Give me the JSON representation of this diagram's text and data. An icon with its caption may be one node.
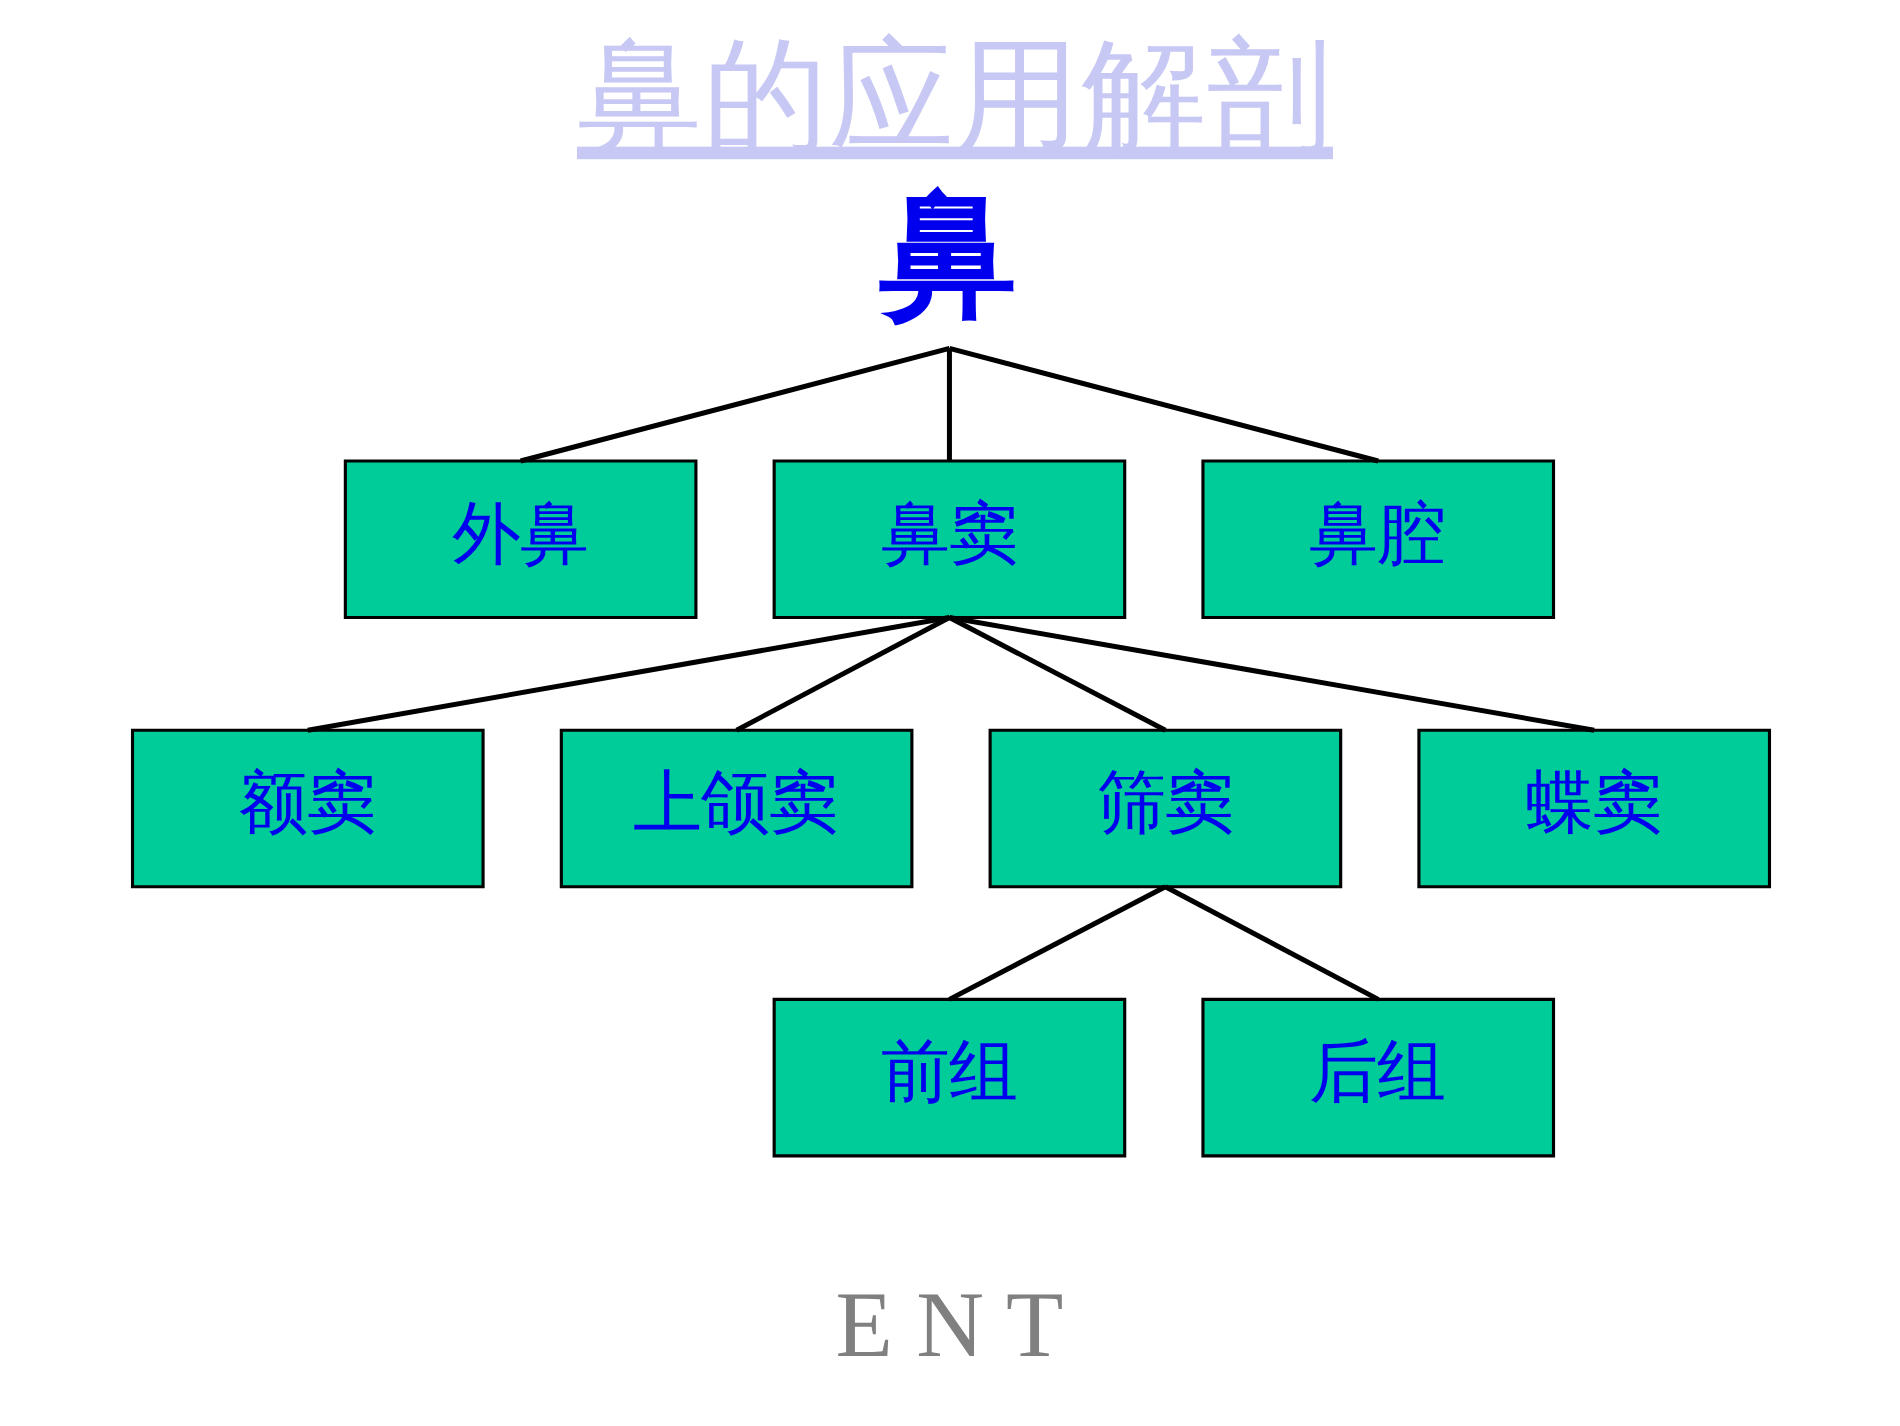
{
  "diagram": {
    "title": "鼻的应用解剖",
    "nodes": [
      {
        "text": [
          "鼻"
        ]
      },
      {
        "text": [
          "外鼻"
        ]
      },
      {
        "text": [
          "鼻窦"
        ]
      },
      {
        "text": [
          "鼻腔"
        ]
      },
      {
        "text": [
          "额窦"
        ]
      },
      {
        "text": [
          "上颌窦"
        ]
      },
      {
        "text": [
          "筛窦"
        ]
      },
      {
        "text": [
          "蝶窦"
        ]
      },
      {
        "text": [
          "前组"
        ]
      },
      {
        "text": [
          "后组"
        ]
      }
    ],
    "edges": [
      {
        "from": 0,
        "to": 1,
        "arrow": "none"
      },
      {
        "from": 0,
        "to": 2,
        "arrow": "none"
      },
      {
        "from": 0,
        "to": 3,
        "arrow": "none"
      },
      {
        "from": 2,
        "to": 4,
        "arrow": "none"
      },
      {
        "from": 2,
        "to": 5,
        "arrow": "none"
      },
      {
        "from": 2,
        "to": 6,
        "arrow": "none"
      },
      {
        "from": 2,
        "to": 7,
        "arrow": "none"
      },
      {
        "from": 6,
        "to": 8,
        "arrow": "none"
      },
      {
        "from": 6,
        "to": 9,
        "arrow": "none"
      }
    ],
    "labels": [
      "E N T"
    ]
  }
}
